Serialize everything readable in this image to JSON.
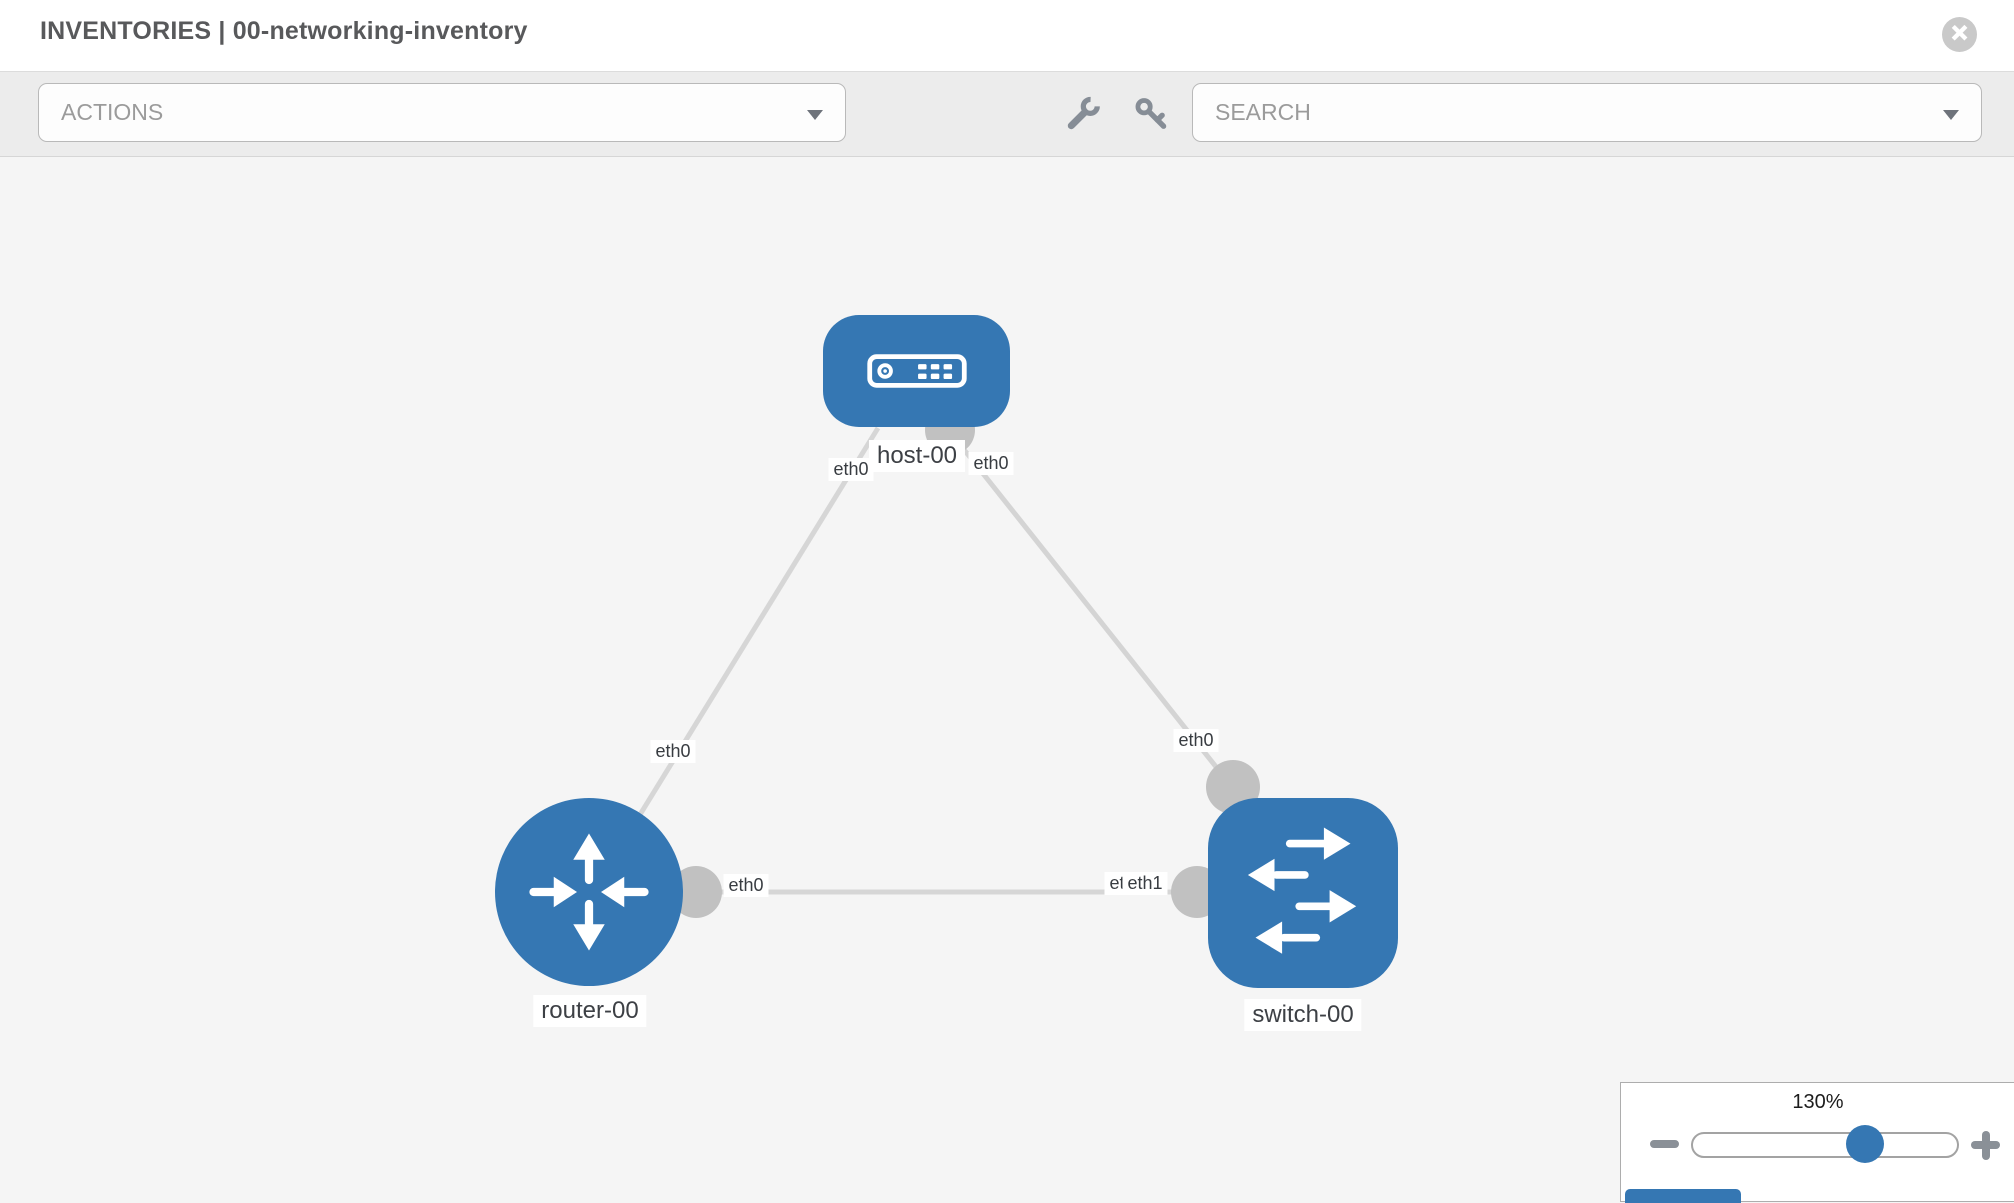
{
  "header": {
    "title": "INVENTORIES | 00-networking-inventory",
    "close_glyph": "×",
    "close_icon": "close-circle"
  },
  "toolbar": {
    "actions_placeholder": "ACTIONS",
    "search_placeholder": "SEARCH",
    "icons": [
      "wrench",
      "key"
    ]
  },
  "topology": {
    "nodes": [
      {
        "label": "host-00",
        "type": "host",
        "icon": "server-icon"
      },
      {
        "label": "router-00",
        "type": "router",
        "icon": "router-arrows-icon"
      },
      {
        "label": "switch-00",
        "type": "switch",
        "icon": "switch-arrows-icon"
      }
    ],
    "links": [
      {
        "from": "router-00",
        "from_interface": "eth0",
        "to": "host-00",
        "to_interface": "eth0"
      },
      {
        "from": "host-00",
        "from_interface": "eth0",
        "to": "switch-00",
        "to_interface": "eth0"
      },
      {
        "from": "router-00",
        "from_interface": "eth0",
        "to": "switch-00",
        "to_interface": "eth1"
      }
    ]
  },
  "zoom_control": {
    "level": "130%",
    "zoom_out_icon": "minus",
    "zoom_in_icon": "plus"
  },
  "colors": {
    "node_blue": "#3577b3",
    "link_gray": "#d6d6d6",
    "port_gray": "#c1c1c1"
  }
}
